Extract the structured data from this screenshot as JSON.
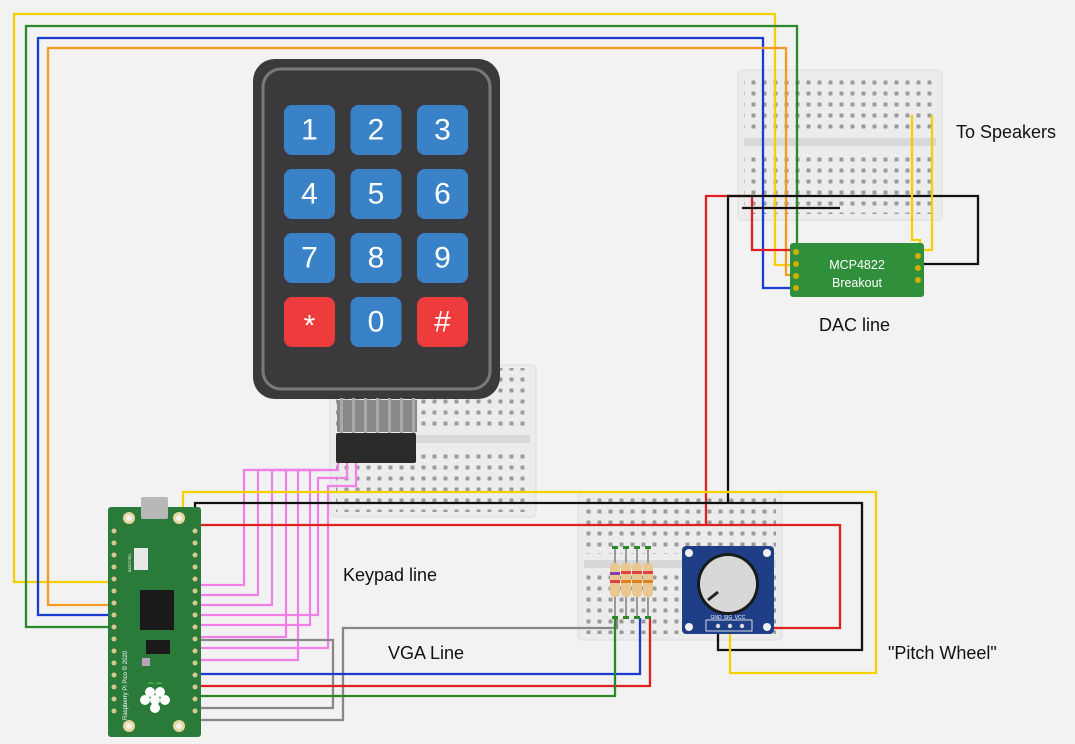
{
  "labels": {
    "to_speakers": "To Speakers",
    "dac_line": "DAC line",
    "keypad_line": "Keypad line",
    "vga_line": "VGA Line",
    "pitch_wheel": "\"Pitch Wheel\""
  },
  "keypad": {
    "keys": [
      "1",
      "2",
      "3",
      "4",
      "5",
      "6",
      "7",
      "8",
      "9",
      "*",
      "0",
      "#"
    ],
    "colors": {
      "number_key": "#3a82c8",
      "special_key": "#ee3b3b",
      "body": "#3a3a3c"
    }
  },
  "dac_chip": {
    "line1": "MCP4822",
    "line2": "Breakout",
    "color": "#2f8f3a"
  },
  "potentiometer": {
    "pins": [
      "GND",
      "SIG",
      "VCC"
    ],
    "color": "#1e3f86"
  },
  "pico": {
    "board_color": "#2a7a3a",
    "silkscreen": "Raspberry Pi Pico © 2020",
    "button_label": "BOOTSEL"
  },
  "wire_colors": {
    "yellow": "#f5d000",
    "green": "#2a8a2a",
    "blue": "#1a3ad0",
    "orange": "#f59a20",
    "red": "#e02020",
    "black": "#111111",
    "pink": "#f080e8",
    "gray": "#888888"
  }
}
